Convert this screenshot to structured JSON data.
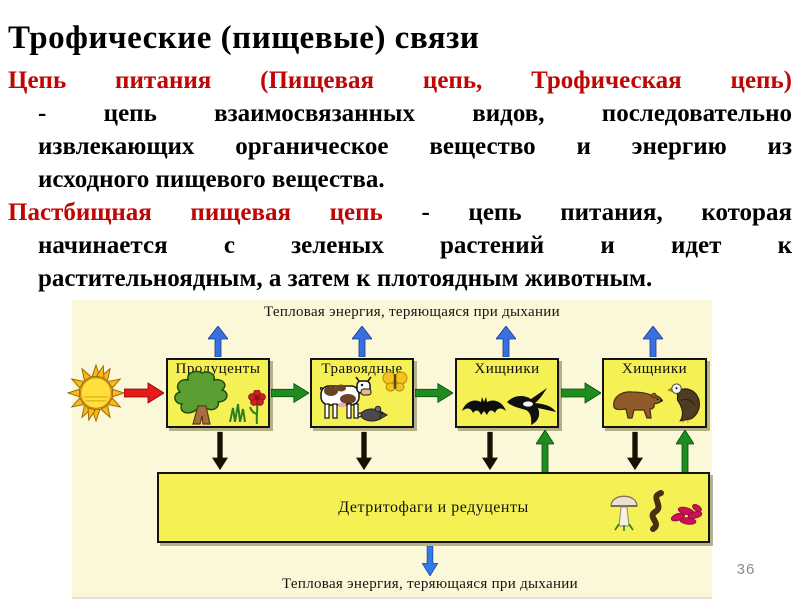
{
  "slide": {
    "title": "Трофические (пищевые) связи",
    "page_number": "36",
    "colors": {
      "term_red": "#C00505",
      "body_text": "#000000",
      "background": "#FFFFFF"
    }
  },
  "definitions": {
    "p1": {
      "term_line": "Цепь питания (Пищевая цепь, Трофическая цепь)",
      "l2": "- цепь взаимосвязанных видов, последовательно",
      "l3": "извлекающих органическое вещество и энергию из",
      "l4": "исходного пищевого вещества."
    },
    "p2": {
      "term": "Пастбищная пищевая цепь",
      "l1_rest": "- цепь питания, которая",
      "l2": "начинается с зеленых растений и идет к",
      "l3": "растительноядным, а затем к плотоядным животным."
    }
  },
  "diagram": {
    "top_label": "Тепловая энергия, теряющаяся при дыхании",
    "bottom_label": "Тепловая энергия, теряющаяся при дыхании",
    "chain_boxes": [
      {
        "label": "Продуценты",
        "icons": [
          "tree-icon",
          "grass-icon",
          "flower-icon"
        ]
      },
      {
        "label": "Травоядные",
        "icons": [
          "cow-icon",
          "butterfly-icon",
          "mouse-icon"
        ]
      },
      {
        "label": "Хищники",
        "icons": [
          "bat-icon",
          "swallow-icon"
        ]
      },
      {
        "label": "Хищники",
        "icons": [
          "bear-icon",
          "vulture-icon"
        ]
      }
    ],
    "decomposers_label": "Детритофаги и редуценты",
    "decomposer_icons": [
      "mushroom-icon",
      "worm-icon",
      "red-worms-icon"
    ],
    "other_icons": [
      "sun-icon"
    ],
    "colors": {
      "diagram_background": "#FAF8D8",
      "box_fill": "#F5F155",
      "box_border": "#141414",
      "heat_arrow_blue": "#3A6FE0",
      "food_flow_green": "#1E8C1E",
      "solar_arrow_red": "#E31B1B",
      "detritus_arrow_black": "#181004"
    }
  }
}
